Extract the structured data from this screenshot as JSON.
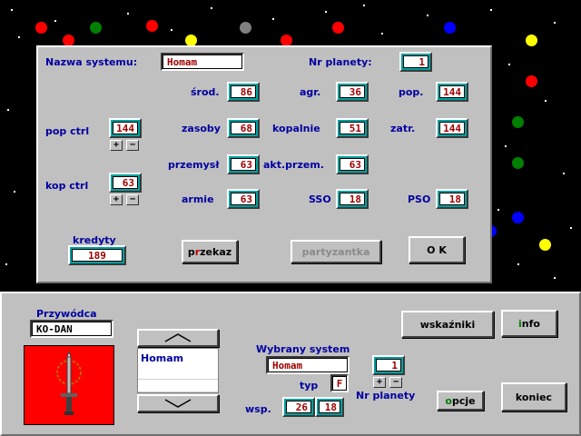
{
  "colors": {
    "panel": "#c0c0c0",
    "label": "#0000a0",
    "value": "#a00000",
    "field_border": "#00a0a0",
    "flag": "#ff0000"
  },
  "system_panel": {
    "system_name_label": "Nazwa systemu:",
    "system_name": "Homam",
    "planet_no_label": "Nr planety:",
    "planet_no": "1",
    "stats": {
      "srod": {
        "label": "środ.",
        "value": "86"
      },
      "agr": {
        "label": "agr.",
        "value": "36"
      },
      "pop": {
        "label": "pop.",
        "value": "144"
      },
      "zasoby": {
        "label": "zasoby",
        "value": "68"
      },
      "kopalnie": {
        "label": "kopalnie",
        "value": "51"
      },
      "zatr": {
        "label": "zatr.",
        "value": "144"
      },
      "przemysl": {
        "label": "przemysł",
        "value": "63"
      },
      "akt_przem": {
        "label": "akt.przem.",
        "value": "63"
      },
      "armie": {
        "label": "armie",
        "value": "63"
      },
      "sso": {
        "label": "SSO",
        "value": "18"
      },
      "pso": {
        "label": "PSO",
        "value": "18"
      }
    },
    "pop_ctrl": {
      "label": "pop ctrl",
      "value": "144"
    },
    "kop_ctrl": {
      "label": "kop ctrl",
      "value": "63"
    },
    "plus": "+",
    "minus": "−",
    "credits_label": "kredyty",
    "credits": "189",
    "transfer_prefix": "p",
    "transfer_hot": "r",
    "transfer_rest": "zekaz",
    "partisan_button": "partyzantka",
    "ok_button": "O K"
  },
  "bottom_panel": {
    "leader_label": "Przywódca",
    "leader_name": "KO-DAN",
    "systems_list": [
      "Homam"
    ],
    "selected_system_label": "Wybrany system",
    "selected_system": "Homam",
    "type_label": "typ",
    "type_value": "F",
    "planet_no_label": "Nr planety",
    "planet_no": "1",
    "coords_label": "wsp.",
    "coord_x": "26",
    "coord_y": "18",
    "indicators_button": "wskaźniki",
    "info_hot": "i",
    "info_rest": "nfo",
    "options_hot": "o",
    "options_rest": "pcje",
    "end_button": "koniec"
  }
}
